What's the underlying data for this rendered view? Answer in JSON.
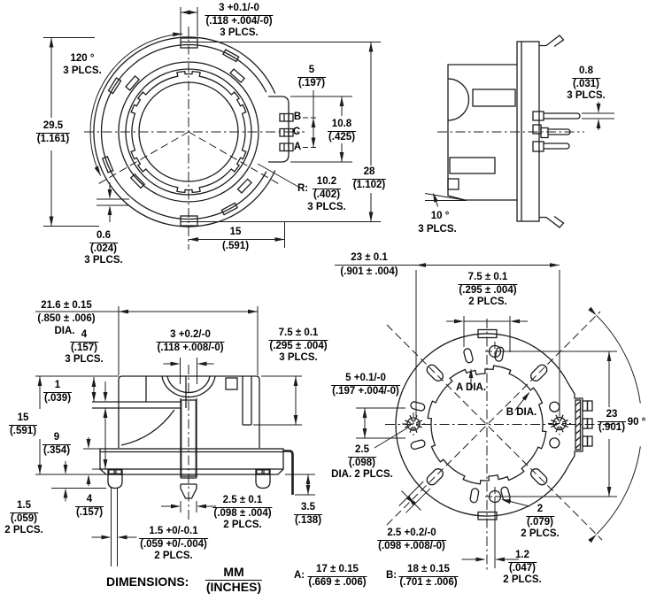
{
  "drawing": {
    "footer_label": "DIMENSIONS:",
    "units_mm": "MM",
    "units_in": "(INCHES)",
    "note_a_label": "A:",
    "note_a_mm": "17 ± 0.15",
    "note_a_in": "(.669 ± .006)",
    "note_b_label": "B:",
    "note_b_mm": "18 ± 0.15",
    "note_b_in": "(.701 ± .006)",
    "line_color": "#1c1c1c",
    "background": "#ffffff"
  },
  "front_view": {
    "dim_tab_width": {
      "mm": "3 +0.1/-0",
      "in": "(.118 +.004/-0)",
      "note": "3 PLCS."
    },
    "angle_120": {
      "value": "120 °",
      "note": "3 PLCS."
    },
    "dim_outer_dia": {
      "mm": "29.5",
      "in": "(1.161)"
    },
    "dim_pin_span": {
      "mm": "5",
      "in": "(.197)"
    },
    "dim_block_height": {
      "mm": "10.8",
      "in": "(.425)"
    },
    "dim_overall_height": {
      "mm": "28",
      "in": "(1.102)"
    },
    "radius": {
      "prefix": "R:",
      "mm": "10.2",
      "in": "(.402)",
      "note": "3 PLCS."
    },
    "dim_tab_depth": {
      "mm": "0.6",
      "in": "(.024)",
      "note": "3 PLCS."
    },
    "dim_block_offset": {
      "mm": "15",
      "in": "(.591)"
    },
    "terminal_b": "B",
    "terminal_c": "C",
    "terminal_a": "A"
  },
  "side_view": {
    "dim_pin_thickness": {
      "mm": "0.8",
      "in": "(.031)",
      "note": "3 PLCS."
    },
    "angle_10": {
      "value": "10 °",
      "note": "3 PLCS."
    }
  },
  "bottom_view": {
    "dim_body_dia": {
      "mm": "21.6 ± 0.15",
      "in": "(.850 ± .006)",
      "note": "DIA."
    },
    "dim_wall": {
      "mm": "4",
      "in": "(.157)",
      "note": "3 PLCS."
    },
    "dim_center_pin": {
      "mm": "3 +0.2/-0",
      "in": "(.118 +.008/-0)"
    },
    "dim_slot_depth": {
      "mm": "7.5 ± 0.1",
      "in": "(.295 ± .004)",
      "note": "3 PLCS."
    },
    "dim_lip": {
      "mm": "1",
      "in": "(.039)"
    },
    "dim_body_height": {
      "mm": "15",
      "in": "(.591)"
    },
    "dim_inner_depth": {
      "mm": "9",
      "in": "(.354)"
    },
    "dim_foot": {
      "mm": "1.5",
      "in": "(.059)",
      "note": "2 PLCS."
    },
    "dim_flange_thickness": {
      "mm": "4",
      "in": "(.157)"
    },
    "dim_pin_tip": {
      "mm": "2.5 ± 0.1",
      "in": "(.098 ± .004)",
      "note": "2 PLCS."
    },
    "dim_wire": {
      "mm": "3.5",
      "in": "(.138)"
    },
    "dim_foot_pin": {
      "mm": "1.5 +0/-0.1",
      "in": "(.059 +0/-.004)",
      "note": "2 PLCS."
    }
  },
  "rear_view": {
    "dim_hole_span": {
      "mm": "23 ± 0.1",
      "in": "(.901 ± .004)"
    },
    "dim_slot_pair": {
      "mm": "7.5 ± 0.1",
      "in": "(.295 ± .004)",
      "note": "2 PLCS."
    },
    "dim_key": {
      "mm": "5 +0.1/-0",
      "in": "(.197 +.004/-0)"
    },
    "dim_knurl_hole": {
      "mm": "2.5",
      "in": "(.098)",
      "note": "DIA. 2 PLCS."
    },
    "label_a_dia": "A DIA.",
    "label_b_dia": "B DIA.",
    "dim_vertical_span": {
      "mm": "23",
      "in": "(.901)"
    },
    "angle_90": "90 °",
    "dim_slot_width": {
      "mm": "2.5 +0.2/-0",
      "in": "(.098 +.008/-0)"
    },
    "dim_small_hole": {
      "mm": "2",
      "in": "(.079)",
      "note": "2 PLCS."
    },
    "dim_offset": {
      "mm": "1.2",
      "in": "(.047)",
      "note": "2 PLCS."
    }
  }
}
